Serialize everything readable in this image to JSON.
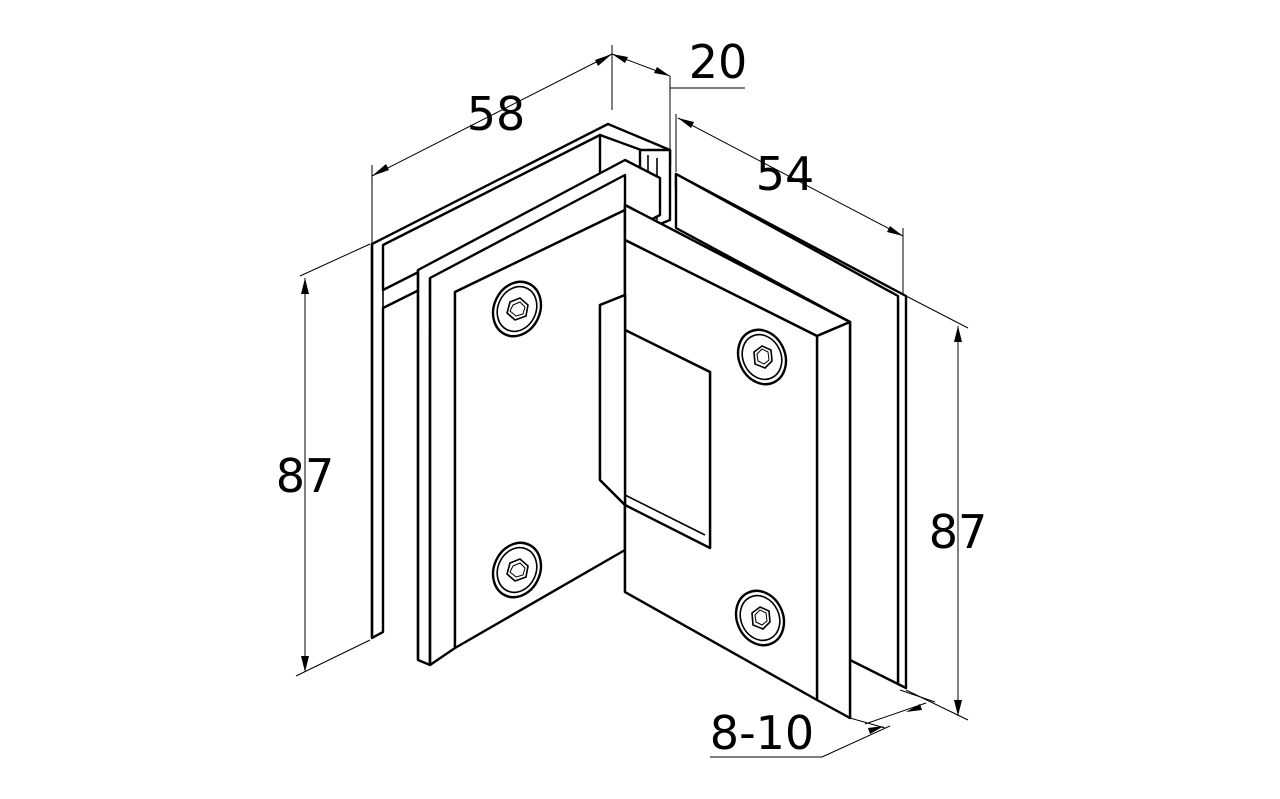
{
  "dimensions": {
    "width_left": "58",
    "depth_top": "20",
    "width_right": "54",
    "height_left": "87",
    "height_right": "87",
    "glass_thickness": "8-10"
  },
  "colors": {
    "line": "#000000",
    "background": "#ffffff"
  }
}
